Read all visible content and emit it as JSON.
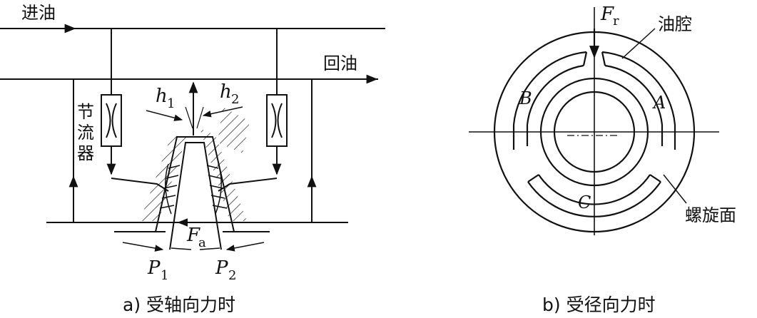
{
  "left": {
    "oil_in": "进油",
    "oil_return": "回油",
    "throttle_1": "节",
    "throttle_2": "流",
    "throttle_3": "器",
    "h1_base": "h",
    "h1_sub": "1",
    "h2_base": "h",
    "h2_sub": "2",
    "fa_base": "F",
    "fa_sub": "a",
    "p1_base": "P",
    "p1_sub": "1",
    "p2_base": "P",
    "p2_sub": "2",
    "caption": "a) 受轴向力时"
  },
  "right": {
    "fr_base": "F",
    "fr_sub": "r",
    "oil_chamber": "油腔",
    "label_a": "A",
    "label_b": "B",
    "label_c": "C",
    "spiral_face": "螺旋面",
    "caption": "b) 受径向力时"
  }
}
